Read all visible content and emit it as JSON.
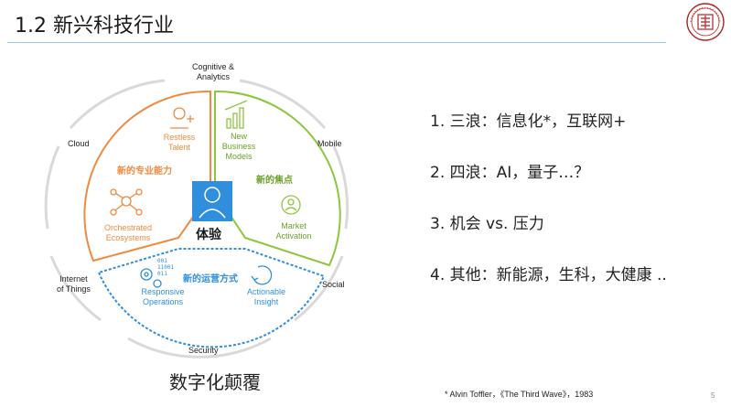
{
  "slide": {
    "title": "1.2 新兴科技行业",
    "caption": "数字化颠覆",
    "footnote": "* Alvin Toffler，《The Third Wave》，1983",
    "page_number": "5"
  },
  "logo": {
    "alt": "university-seal",
    "color": "#b22222"
  },
  "diagram": {
    "center_label": "体验",
    "outer_labels": {
      "top": "Cognitive &\nAnalytics",
      "cloud": "Cloud",
      "mobile": "Mobile",
      "iot": "Internet\nof Things",
      "social": "Social",
      "security": "Security"
    },
    "segments": {
      "orange": {
        "title": "新的专业能力",
        "color": "#f08a3e",
        "items": [
          {
            "label": "Restless\nTalent",
            "icon": "person-plus-icon"
          },
          {
            "label": "Orchestrated\nEcosystems",
            "icon": "network-icon"
          }
        ]
      },
      "green": {
        "title": "新的焦点",
        "color": "#8dc63f",
        "items": [
          {
            "label": "New\nBusiness\nModels",
            "icon": "growth-chart-icon"
          },
          {
            "label": "Market\nActivation",
            "icon": "target-person-icon"
          }
        ]
      },
      "blue": {
        "title": "新的运营方式",
        "color": "#2f8fdc",
        "items": [
          {
            "label": "Responsive\nOperations",
            "icon": "gears-icon"
          },
          {
            "label": "Actionable\nInsight",
            "icon": "refresh-hand-icon"
          }
        ],
        "binary_text": [
          "001",
          "11001",
          "011"
        ]
      }
    },
    "center_color": "#2f8fdc"
  },
  "list": {
    "items": [
      "1. 三浪：信息化*，互联网+",
      "2. 四浪：AI，量子…？",
      "3. 机会 vs. 压力",
      "4.  其他：新能源，生科，大健康 .."
    ]
  }
}
